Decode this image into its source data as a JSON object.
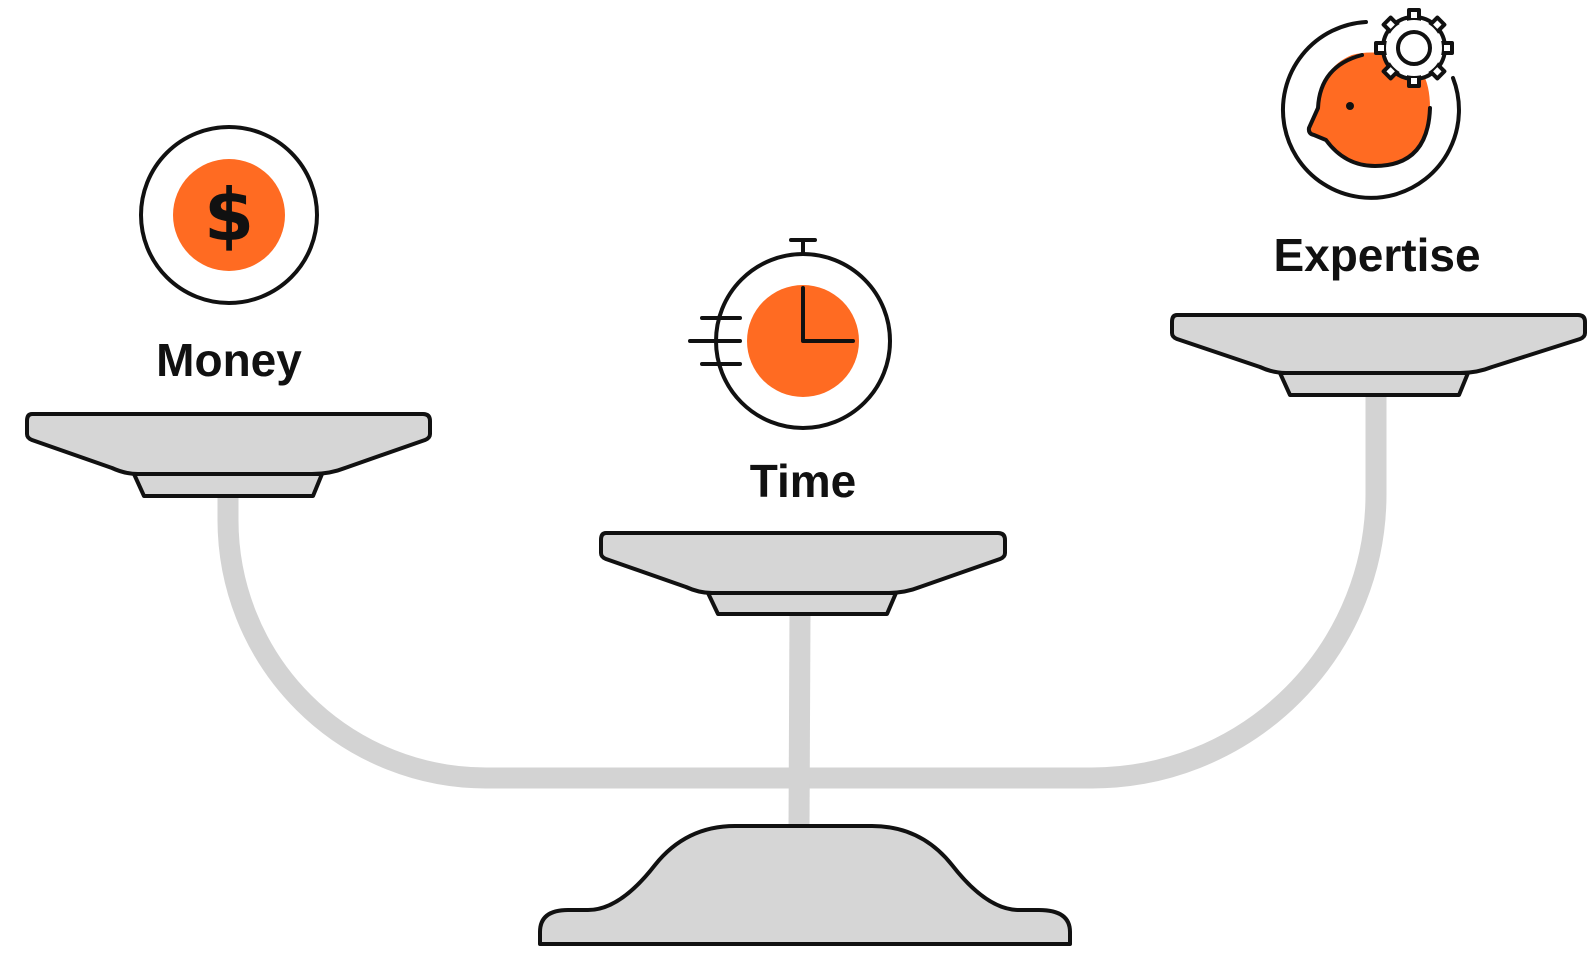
{
  "diagram": {
    "items": [
      {
        "id": "money",
        "label": "Money",
        "icon": "dollar-coin-icon",
        "symbol": "$"
      },
      {
        "id": "time",
        "label": "Time",
        "icon": "stopwatch-icon"
      },
      {
        "id": "expertise",
        "label": "Expertise",
        "icon": "head-gear-icon"
      }
    ]
  },
  "colors": {
    "accent": "#FF6B22",
    "outline": "#111111",
    "pan_fill": "#D6D6D6",
    "beam": "#D3D3D3",
    "background": "#FFFFFF"
  }
}
